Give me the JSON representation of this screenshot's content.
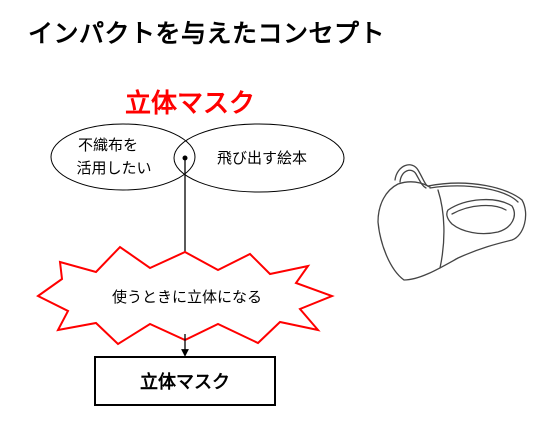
{
  "slide": {
    "title": "インパクトを与えたコンセプト"
  },
  "diagram": {
    "headline": "立体マスク",
    "left_ellipse": {
      "line1": "不織布を",
      "line2": "活用したい"
    },
    "right_ellipse": "飛び出す絵本",
    "burst": "使うときに立体になる",
    "result_box": "立体マスク"
  },
  "colors": {
    "headline": "#ff0000",
    "burst_stroke": "#ff0000",
    "line": "#000000"
  }
}
